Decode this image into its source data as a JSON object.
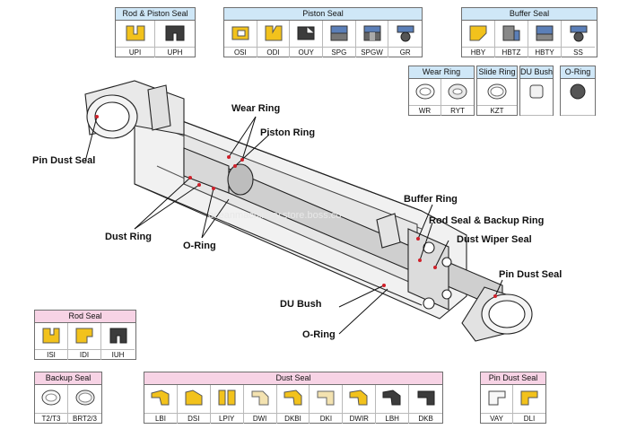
{
  "callouts": {
    "wear_ring": "Wear Ring",
    "piston_ring": "Piston Ring",
    "pin_dust_seal_left": "Pin Dust Seal",
    "buffer_ring": "Buffer Ring",
    "rod_seal_backup_ring": "Rod Seal & Backup Ring",
    "dust_wiper_seal": "Dust Wiper Seal",
    "dust_ring": "Dust Ring",
    "o_ring_upper": "O-Ring",
    "pin_dust_seal_right": "Pin Dust Seal",
    "du_bush": "DU Bush",
    "o_ring_lower": "O-Ring"
  },
  "watermark": "oceanmachinery.store.boss.co",
  "colors": {
    "seal_yellow": "#f2c21c",
    "seal_dark": "#3c3c3c",
    "seal_blue": "#5b7fb8",
    "header_blue": "#cfe7f7",
    "header_pink": "#f7d3e5",
    "callout_red": "#d0202a"
  },
  "panels": {
    "rod_piston_seal": {
      "title": "Rod & Piston Seal",
      "items": [
        "UPI",
        "UPH"
      ]
    },
    "piston_seal": {
      "title": "Piston Seal",
      "items": [
        "OSI",
        "ODI",
        "OUY",
        "SPG",
        "SPGW",
        "GR"
      ]
    },
    "buffer_seal": {
      "title": "Buffer Seal",
      "items": [
        "HBY",
        "HBTZ",
        "HBTY",
        "SS"
      ]
    },
    "wear_ring": {
      "title": "Wear Ring",
      "items": [
        "WR",
        "RYT"
      ]
    },
    "slide_ring": {
      "title": "Slide Ring",
      "items": [
        "KZT"
      ]
    },
    "du_bush": {
      "title": "DU Bush",
      "items": [
        ""
      ]
    },
    "o_ring": {
      "title": "O-Ring",
      "items": [
        ""
      ]
    },
    "rod_seal": {
      "title": "Rod Seal",
      "items": [
        "ISI",
        "IDI",
        "IUH"
      ]
    },
    "backup_seal": {
      "title": "Backup Seal",
      "items": [
        "T2/T3",
        "BRT2/3"
      ]
    },
    "dust_seal": {
      "title": "Dust Seal",
      "items": [
        "LBI",
        "DSI",
        "LPIY",
        "DWI",
        "DKBI",
        "DKI",
        "DWIR",
        "LBH",
        "DKB"
      ]
    },
    "pin_dust_seal": {
      "title": "Pin Dust Seal",
      "items": [
        "VAY",
        "DLI"
      ]
    }
  }
}
